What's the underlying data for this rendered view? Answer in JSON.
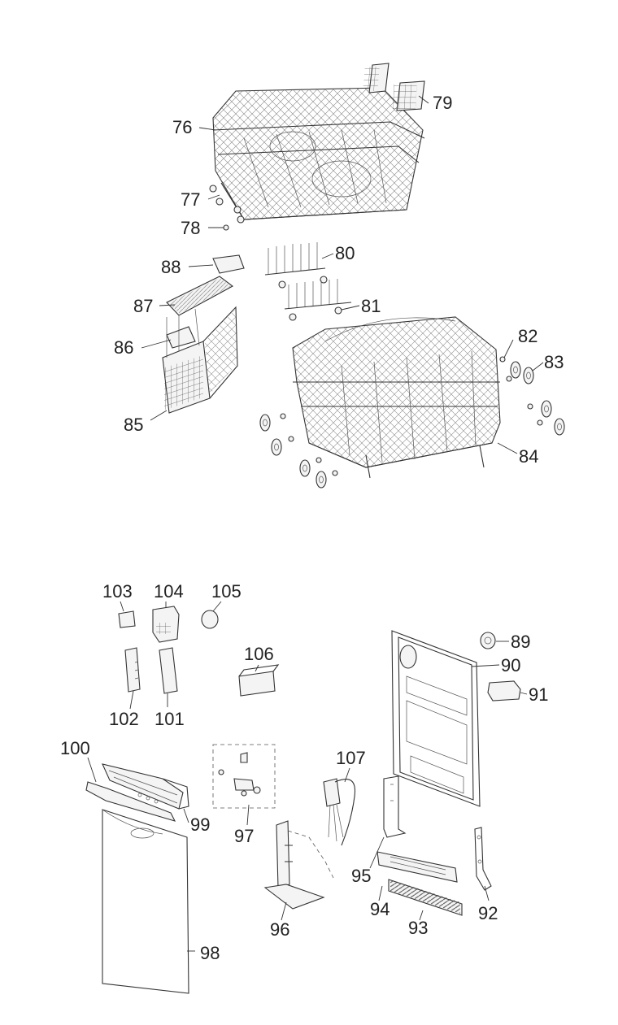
{
  "labels": {
    "p76": "76",
    "p77": "77",
    "p78": "78",
    "p79": "79",
    "p80": "80",
    "p81": "81",
    "p82": "82",
    "p83": "83",
    "p84": "84",
    "p85": "85",
    "p86": "86",
    "p87": "87",
    "p88": "88",
    "p89": "89",
    "p90": "90",
    "p91": "91",
    "p92": "92",
    "p93": "93",
    "p94": "94",
    "p95": "95",
    "p96": "96",
    "p97": "97",
    "p98": "98",
    "p99": "99",
    "p100": "100",
    "p101": "101",
    "p102": "102",
    "p103": "103",
    "p104": "104",
    "p105": "105",
    "p106": "106",
    "p107": "107"
  }
}
